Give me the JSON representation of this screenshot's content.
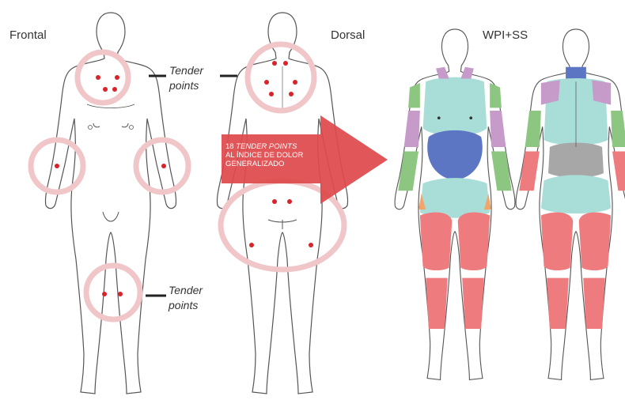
{
  "labels": {
    "frontal": "Frontal",
    "dorsal": "Dorsal",
    "wpi": "WPI+SS",
    "tender_top_line1": "Tender",
    "tender_top_line2": "points",
    "tender_bottom_line1": "Tender",
    "tender_bottom_line2": "points"
  },
  "arrow": {
    "line1_count": "18 ",
    "line1_em": "TENDER POINTS",
    "line2": "AL ÍNDICE DE DOLOR",
    "line3": "GENERALIZADO"
  },
  "colors": {
    "ring": "#f1c6c8",
    "dot": "#d8232a",
    "arrow": "#df4a4c",
    "teal": "#a9ded8",
    "green": "#8dc680",
    "purple": "#c69ac9",
    "blue": "#5c76c4",
    "red": "#ee7b7d",
    "gray": "#a7a7a7",
    "orange": "#f2a56a"
  }
}
